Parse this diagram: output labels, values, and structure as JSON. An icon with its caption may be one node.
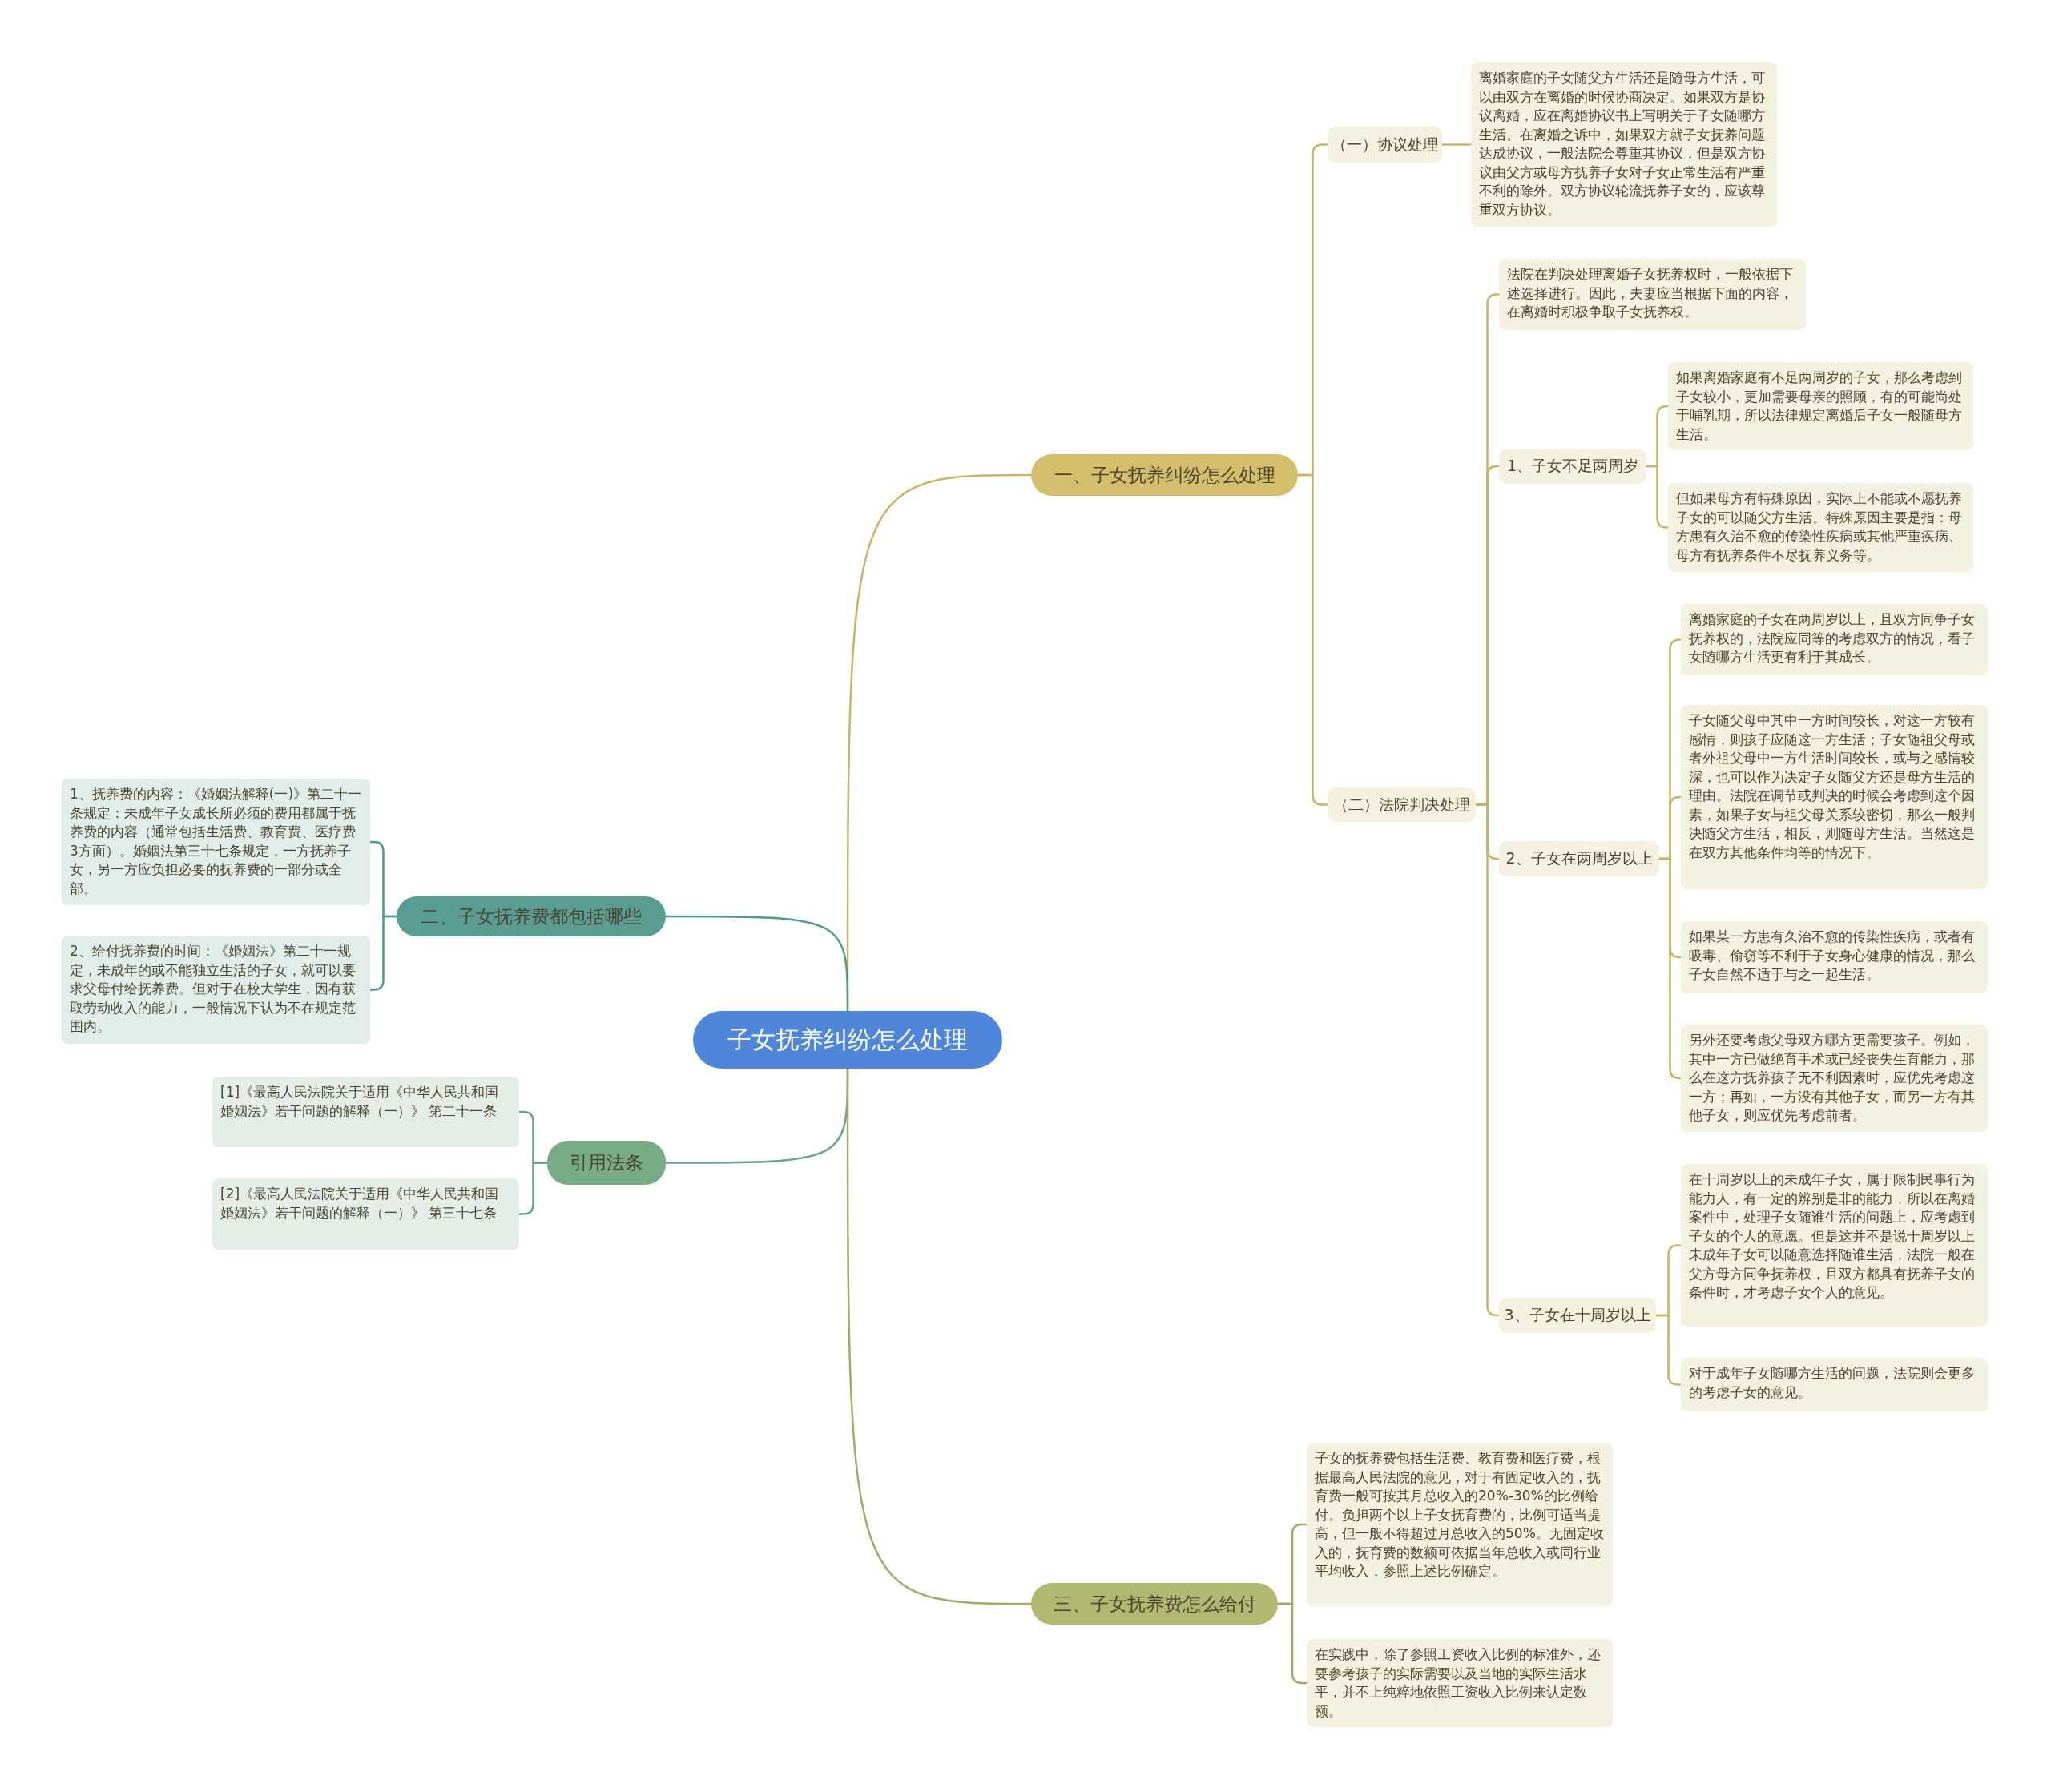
{
  "diagram": {
    "nodes": [
      {
        "text": [
          "子女抚养纠纷怎么处理"
        ]
      },
      {
        "text": [
          "一、子女抚养纠纷怎么处理"
        ]
      },
      {
        "text": [
          "（一）协议处理"
        ]
      },
      {
        "text": [
          "离婚家庭的子女随父方生活还是随母方生活，可以由双方在离婚的时候协商决定。如果双方是协议离婚，应在离婚协议书上写明关于子女随哪方生活。在离婚之诉中，如果双方就子女抚养问题达成协议，一般法院会尊重其协议，但是双方协议由父方或母方抚养子女对子女正常生活有严重不利的除外。双方协议轮流抚养子女的，应该尊重双方协议。"
        ]
      },
      {
        "text": [
          "（二）法院判决处理"
        ]
      },
      {
        "text": [
          "法院在判决处理离婚子女抚养权时，一般依据下述选择进行。因此，夫妻应当根据下面的内容，在离婚时积极争取子女抚养权。"
        ]
      },
      {
        "text": [
          "1、子女不足两周岁"
        ]
      },
      {
        "text": [
          "如果离婚家庭有不足两周岁的子女，那么考虑到子女较小，更加需要母亲的照顾，有的可能尚处于哺乳期，所以法律规定离婚后子女一般随母方生活。"
        ]
      },
      {
        "text": [
          "但如果母方有特殊原因，实际上不能或不愿抚养子女的可以随父方生活。特殊原因主要是指：母方患有久治不愈的传染性疾病或其他严重疾病、母方有抚养条件不尽抚养义务等。"
        ]
      },
      {
        "text": [
          "2、子女在两周岁以上"
        ]
      },
      {
        "text": [
          "离婚家庭的子女在两周岁以上，且双方同争子女抚养权的，法院应同等的考虑双方的情况，看子女随哪方生活更有利于其成长。"
        ]
      },
      {
        "text": [
          "子女随父母中其中一方时间较长，对这一方较有感情，则孩子应随这一方生活；子女随祖父母或者外祖父母中一方生活时间较长，或与之感情较深，也可以作为决定子女随父方还是母方生活的理由。法院在调节或判决的时候会考虑到这个因素，如果子女与祖父母关系较密切，那么一般判决随父方生活，相反，则随母方生活。当然这是在双方其他条件均等的情况下。"
        ]
      },
      {
        "text": [
          "如果某一方患有久治不愈的传染性疾病，或者有吸毒、偷窃等不利于子女身心健康的情况，那么子女自然不适于与之一起生活。"
        ]
      },
      {
        "text": [
          "另外还要考虑父母双方哪方更需要孩子。例如，其中一方已做绝育手术或已经丧失生育能力，那么在这方抚养孩子无不利因素时，应优先考虑这一方；再如，一方没有其他子女，而另一方有其他子女，则应优先考虑前者。"
        ]
      },
      {
        "text": [
          "3、子女在十周岁以上"
        ]
      },
      {
        "text": [
          "在十周岁以上的未成年子女，属于限制民事行为能力人，有一定的辨别是非的能力，所以在离婚案件中，处理子女随谁生活的问题上，应考虑到子女的个人的意愿。但是这并不是说十周岁以上未成年子女可以随意选择随谁生活，法院一般在父方母方同争抚养权，且双方都具有抚养子女的条件时，才考虑子女个人的意见。"
        ]
      },
      {
        "text": [
          "对于成年子女随哪方生活的问题，法院则会更多的考虑子女的意见。"
        ]
      },
      {
        "text": [
          "二、子女抚养费都包括哪些"
        ]
      },
      {
        "text": [
          "1、抚养费的内容：《婚姻法解释(一)》第二十一条规定：未成年子女成长所必须的费用都属于抚养费的内容（通常包括生活费、教育费、医疗费3方面）。婚姻法第三十七条规定，一方抚养子女，另一方应负担必要的抚养费的一部分或全部。"
        ]
      },
      {
        "text": [
          "2、给付抚养费的时间：《婚姻法》第二十一规定，未成年的或不能独立生活的子女，就可以要求父母付给抚养费。但对于在校大学生，因有获取劳动收入的能力，一般情况下认为不在规定范围内。"
        ]
      },
      {
        "text": [
          "引用法条"
        ]
      },
      {
        "text": [
          "[1]《最高人民法院关于适用《中华人民共和国婚姻法》若干问题的解释（一）》 第二十一条"
        ]
      },
      {
        "text": [
          "[2]《最高人民法院关于适用《中华人民共和国婚姻法》若干问题的解释（一）》 第三十七条"
        ]
      },
      {
        "text": [
          "三、子女抚养费怎么给付"
        ]
      },
      {
        "text": [
          "子女的抚养费包括生活费、教育费和医疗费，根据最高人民法院的意见，对于有固定收入的，抚育费一般可按其月总收入的20%-30%的比例给付。负担两个以上子女抚育费的，比例可适当提高，但一般不得超过月总收入的50%。无固定收入的，抚育费的数额可依据当年总收入或同行业平均收入，参照上述比例确定。"
        ]
      },
      {
        "text": [
          "在实践中，除了参照工资收入比例的标准外，还要参考孩子的实际需要以及当地的实际生活水平，并不上纯粹地依照工资收入比例来认定数额。"
        ]
      }
    ],
    "edges": [
      {
        "from": 0,
        "to": 1,
        "arrow": "none"
      },
      {
        "from": 1,
        "to": 2,
        "arrow": "none"
      },
      {
        "from": 2,
        "to": 3,
        "arrow": "none"
      },
      {
        "from": 1,
        "to": 4,
        "arrow": "none"
      },
      {
        "from": 4,
        "to": 5,
        "arrow": "none"
      },
      {
        "from": 4,
        "to": 6,
        "arrow": "none"
      },
      {
        "from": 6,
        "to": 7,
        "arrow": "none"
      },
      {
        "from": 6,
        "to": 8,
        "arrow": "none"
      },
      {
        "from": 4,
        "to": 9,
        "arrow": "none"
      },
      {
        "from": 9,
        "to": 10,
        "arrow": "none"
      },
      {
        "from": 9,
        "to": 11,
        "arrow": "none"
      },
      {
        "from": 9,
        "to": 12,
        "arrow": "none"
      },
      {
        "from": 9,
        "to": 13,
        "arrow": "none"
      },
      {
        "from": 4,
        "to": 14,
        "arrow": "none"
      },
      {
        "from": 14,
        "to": 15,
        "arrow": "none"
      },
      {
        "from": 14,
        "to": 16,
        "arrow": "none"
      },
      {
        "from": 0,
        "to": 17,
        "arrow": "none",
        "color": "#4e9a8c"
      },
      {
        "from": 17,
        "to": 18,
        "arrow": "none",
        "color": "#4e9a8c"
      },
      {
        "from": 17,
        "to": 19,
        "arrow": "none",
        "color": "#4e9a8c"
      },
      {
        "from": 0,
        "to": 20,
        "arrow": "none",
        "color": "#6aa283"
      },
      {
        "from": 20,
        "to": 21,
        "arrow": "none",
        "color": "#6aa283"
      },
      {
        "from": 20,
        "to": 22,
        "arrow": "none",
        "color": "#6aa283"
      },
      {
        "from": 0,
        "to": 23,
        "arrow": "none",
        "color": "#a3ab68"
      },
      {
        "from": 23,
        "to": 24,
        "arrow": "none",
        "color": "#a3ab68"
      },
      {
        "from": 23,
        "to": 25,
        "arrow": "none",
        "color": "#a3ab68"
      }
    ]
  }
}
